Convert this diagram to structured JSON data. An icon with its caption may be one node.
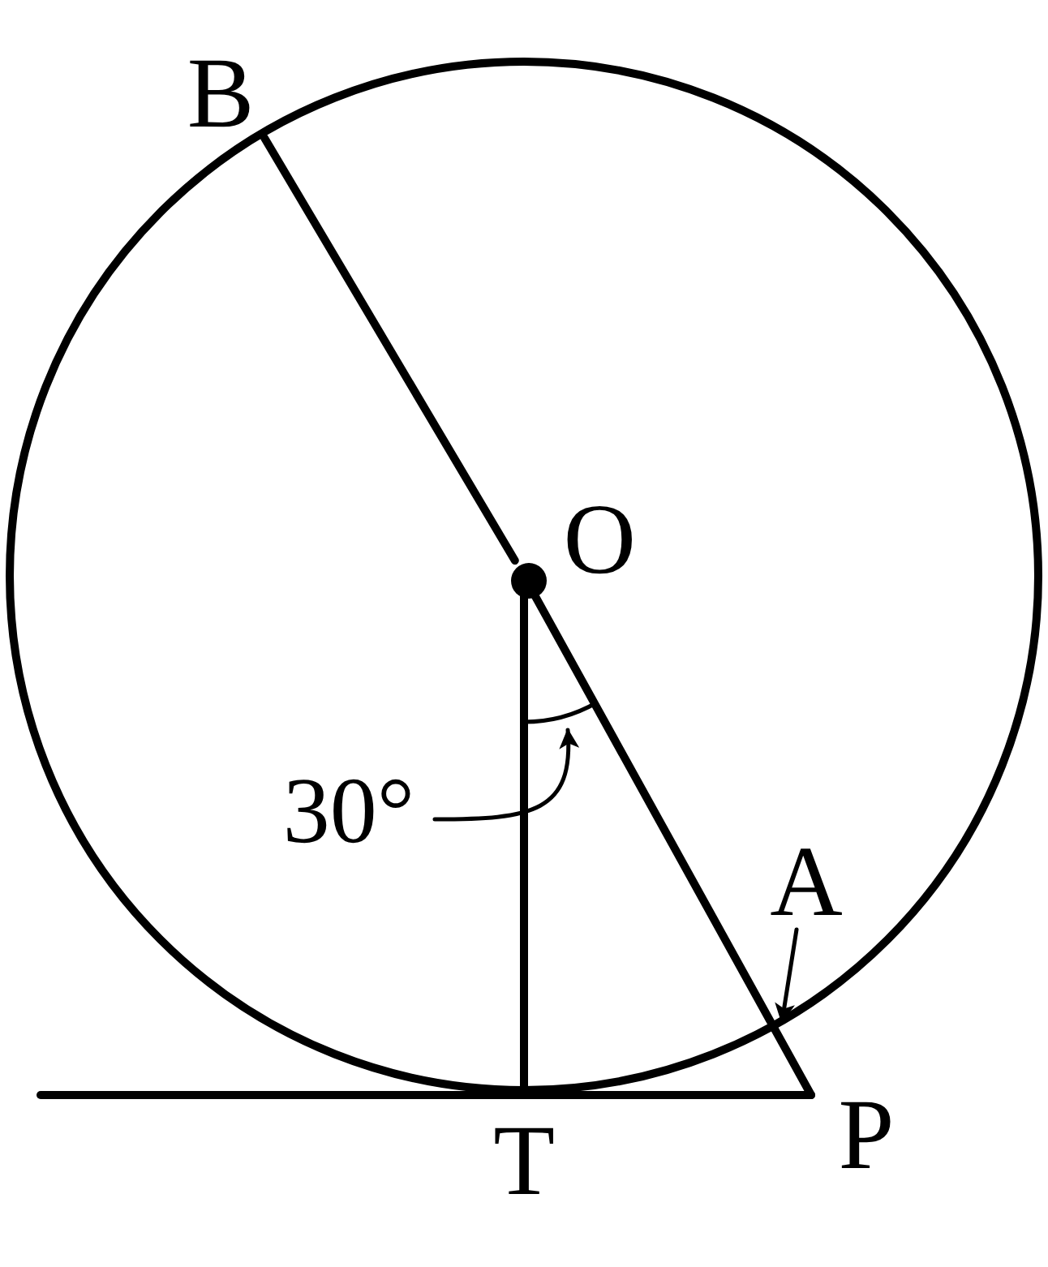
{
  "diagram": {
    "nodes": [
      {
        "text": [],
        "shape": "circle"
      },
      {
        "text": [
          "B"
        ]
      },
      {
        "text": [
          "O"
        ],
        "in": 0
      },
      {
        "text": [
          "A"
        ],
        "in": 0
      },
      {
        "text": [
          "P"
        ]
      },
      {
        "text": [
          "T"
        ]
      },
      {
        "text": [
          "30°"
        ],
        "in": 0
      },
      {
        "text": [],
        "shape": "arc",
        "in": 0
      }
    ],
    "edges": [
      {
        "from": 1,
        "to": 2,
        "arrow": "none"
      },
      {
        "from": 2,
        "to": 4,
        "arrow": "none"
      },
      {
        "from": 2,
        "to": 5,
        "arrow": "none"
      },
      {
        "from": null,
        "to": 4,
        "arrow": "none"
      },
      {
        "from": 6,
        "to": 7,
        "arrow": "to"
      },
      {
        "from": 3,
        "to": null,
        "arrow": "to"
      }
    ]
  }
}
